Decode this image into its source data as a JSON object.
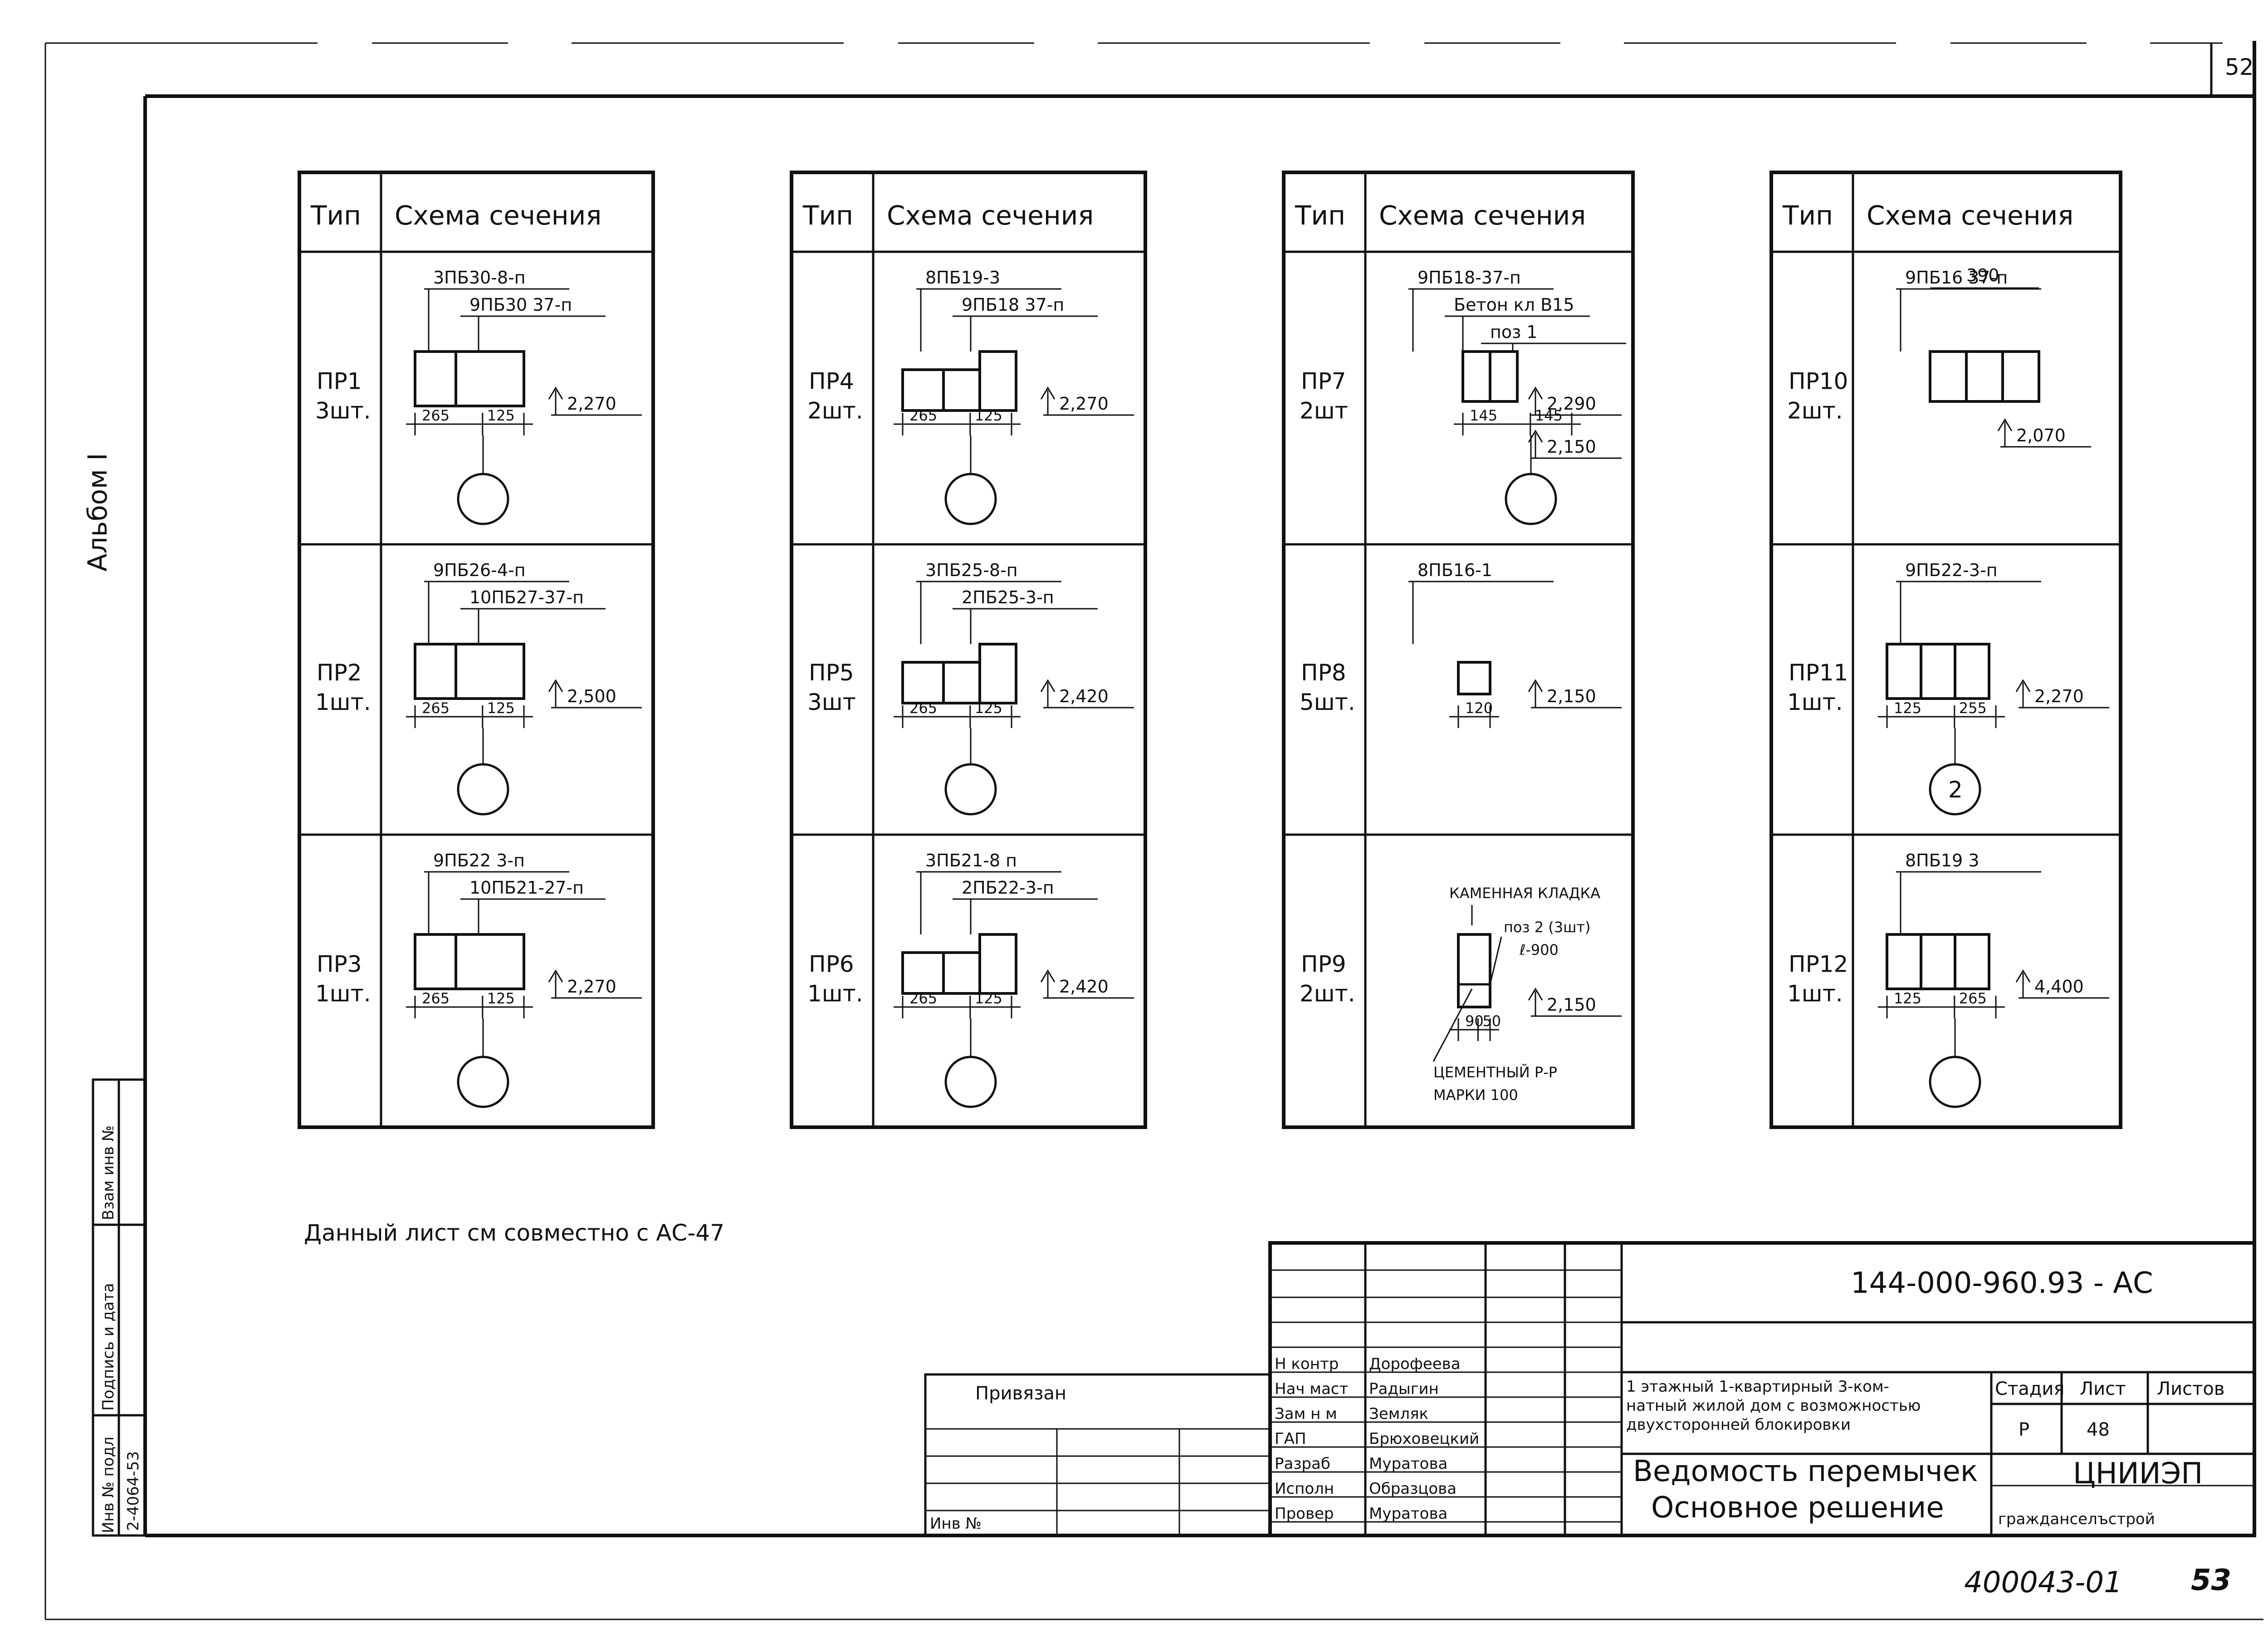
{
  "page_number_top": "52",
  "album": "Альбом I",
  "headers": {
    "type": "Тип",
    "scheme": "Схема сечения"
  },
  "panels": [
    [
      {
        "id": "ПР1",
        "qty": "3шт.",
        "marks": [
          "3ПБ30-8-п",
          "9ПБ30 37-п"
        ],
        "dims": [
          "265",
          "125"
        ],
        "elev": [
          "2,270"
        ]
      },
      {
        "id": "ПР2",
        "qty": "1шт.",
        "marks": [
          "9ПБ26-4-п",
          "10ПБ27-37-п"
        ],
        "dims": [
          "265",
          "125"
        ],
        "elev": [
          "2,500"
        ]
      },
      {
        "id": "ПР3",
        "qty": "1шт.",
        "marks": [
          "9ПБ22 3-п",
          "10ПБ21-27-п"
        ],
        "dims": [
          "265",
          "125"
        ],
        "elev": [
          "2,270"
        ]
      }
    ],
    [
      {
        "id": "ПР4",
        "qty": "2шт.",
        "marks": [
          "8ПБ19-3",
          "9ПБ18 37-п"
        ],
        "dims": [
          "265",
          "125"
        ],
        "elev": [
          "2,270"
        ]
      },
      {
        "id": "ПР5",
        "qty": "3шт",
        "marks": [
          "3ПБ25-8-п",
          "2ПБ25-3-п"
        ],
        "dims": [
          "265",
          "125"
        ],
        "elev": [
          "2,420"
        ]
      },
      {
        "id": "ПР6",
        "qty": "1шт.",
        "marks": [
          "3ПБ21-8 п",
          "2ПБ22-3-п"
        ],
        "dims": [
          "265",
          "125"
        ],
        "elev": [
          "2,420"
        ]
      }
    ],
    [
      {
        "id": "ПР7",
        "qty": "2шт",
        "marks": [
          "9ПБ18-37-п",
          "Бетон кл В15",
          "поз 1"
        ],
        "dims": [
          "145",
          "145"
        ],
        "elev": [
          "2,290",
          "2,150"
        ]
      },
      {
        "id": "ПР8",
        "qty": "5шт.",
        "marks": [
          "8ПБ16-1"
        ],
        "dims": [
          "120"
        ],
        "elev": [
          "2,150"
        ]
      },
      {
        "id": "ПР9",
        "qty": "2шт.",
        "marks": [
          "КАМЕННАЯ КЛАДКА",
          "поз 2 (3шт)",
          "ℓ-900",
          "ЦЕМЕНТНЫЙ Р-Р",
          "МАРКИ 100"
        ],
        "dims": [
          "90",
          "50"
        ],
        "elev": [
          "2,150"
        ]
      }
    ],
    [
      {
        "id": "ПР10",
        "qty": "2шт.",
        "marks": [
          "9ПБ16 37-п"
        ],
        "dims": [
          "390"
        ],
        "elev": [
          "2,070"
        ]
      },
      {
        "id": "ПР11",
        "qty": "1шт.",
        "marks": [
          "9ПБ22-3-п"
        ],
        "dims": [
          "125",
          "255"
        ],
        "elev": [
          "2,270"
        ],
        "circle_label": "2"
      },
      {
        "id": "ПР12",
        "qty": "1шт.",
        "marks": [
          "8ПБ19 3"
        ],
        "dims": [
          "125",
          "265"
        ],
        "elev": [
          "4,400"
        ]
      }
    ]
  ],
  "note": "Данный лист см совместно с АС-47",
  "stamp": {
    "doc_code": "144-000-960.93  - АС",
    "project_title": [
      "1 этажный 1-квартирный 3-ком-",
      "натный жилой дом с возможностью",
      "двухсторонней блокировки"
    ],
    "sheet_title": [
      "Ведомость перемычек",
      "Основное решение"
    ],
    "stage_label": "Стадия",
    "stage": "Р",
    "sheet_label": "Лист",
    "sheet": "48",
    "sheets_label": "Листов",
    "sheets": "",
    "org": [
      "ЦНИИЭП",
      "гражданселъстрой"
    ],
    "attached": "Привязан",
    "inv_no_label": "Инв №",
    "roles": [
      {
        "role": "Н контр",
        "name": "Дорофеева"
      },
      {
        "role": "Нач маст",
        "name": "Радыгин"
      },
      {
        "role": "Зам н м",
        "name": "Земляк"
      },
      {
        "role": "ГАП",
        "name": "Брюховецкий"
      },
      {
        "role": "Разраб",
        "name": "Муратова"
      },
      {
        "role": "Исполн",
        "name": "Образцова"
      },
      {
        "role": "Провер",
        "name": "Муратова"
      }
    ]
  },
  "side_stamp": {
    "inv_orig": "Инв № подл",
    "sign_date": "Подпись и дата",
    "replace": "Взам инв №",
    "inv_value": "2-4064-53"
  },
  "bottom_number": "400043-01",
  "bottom_page": "53"
}
